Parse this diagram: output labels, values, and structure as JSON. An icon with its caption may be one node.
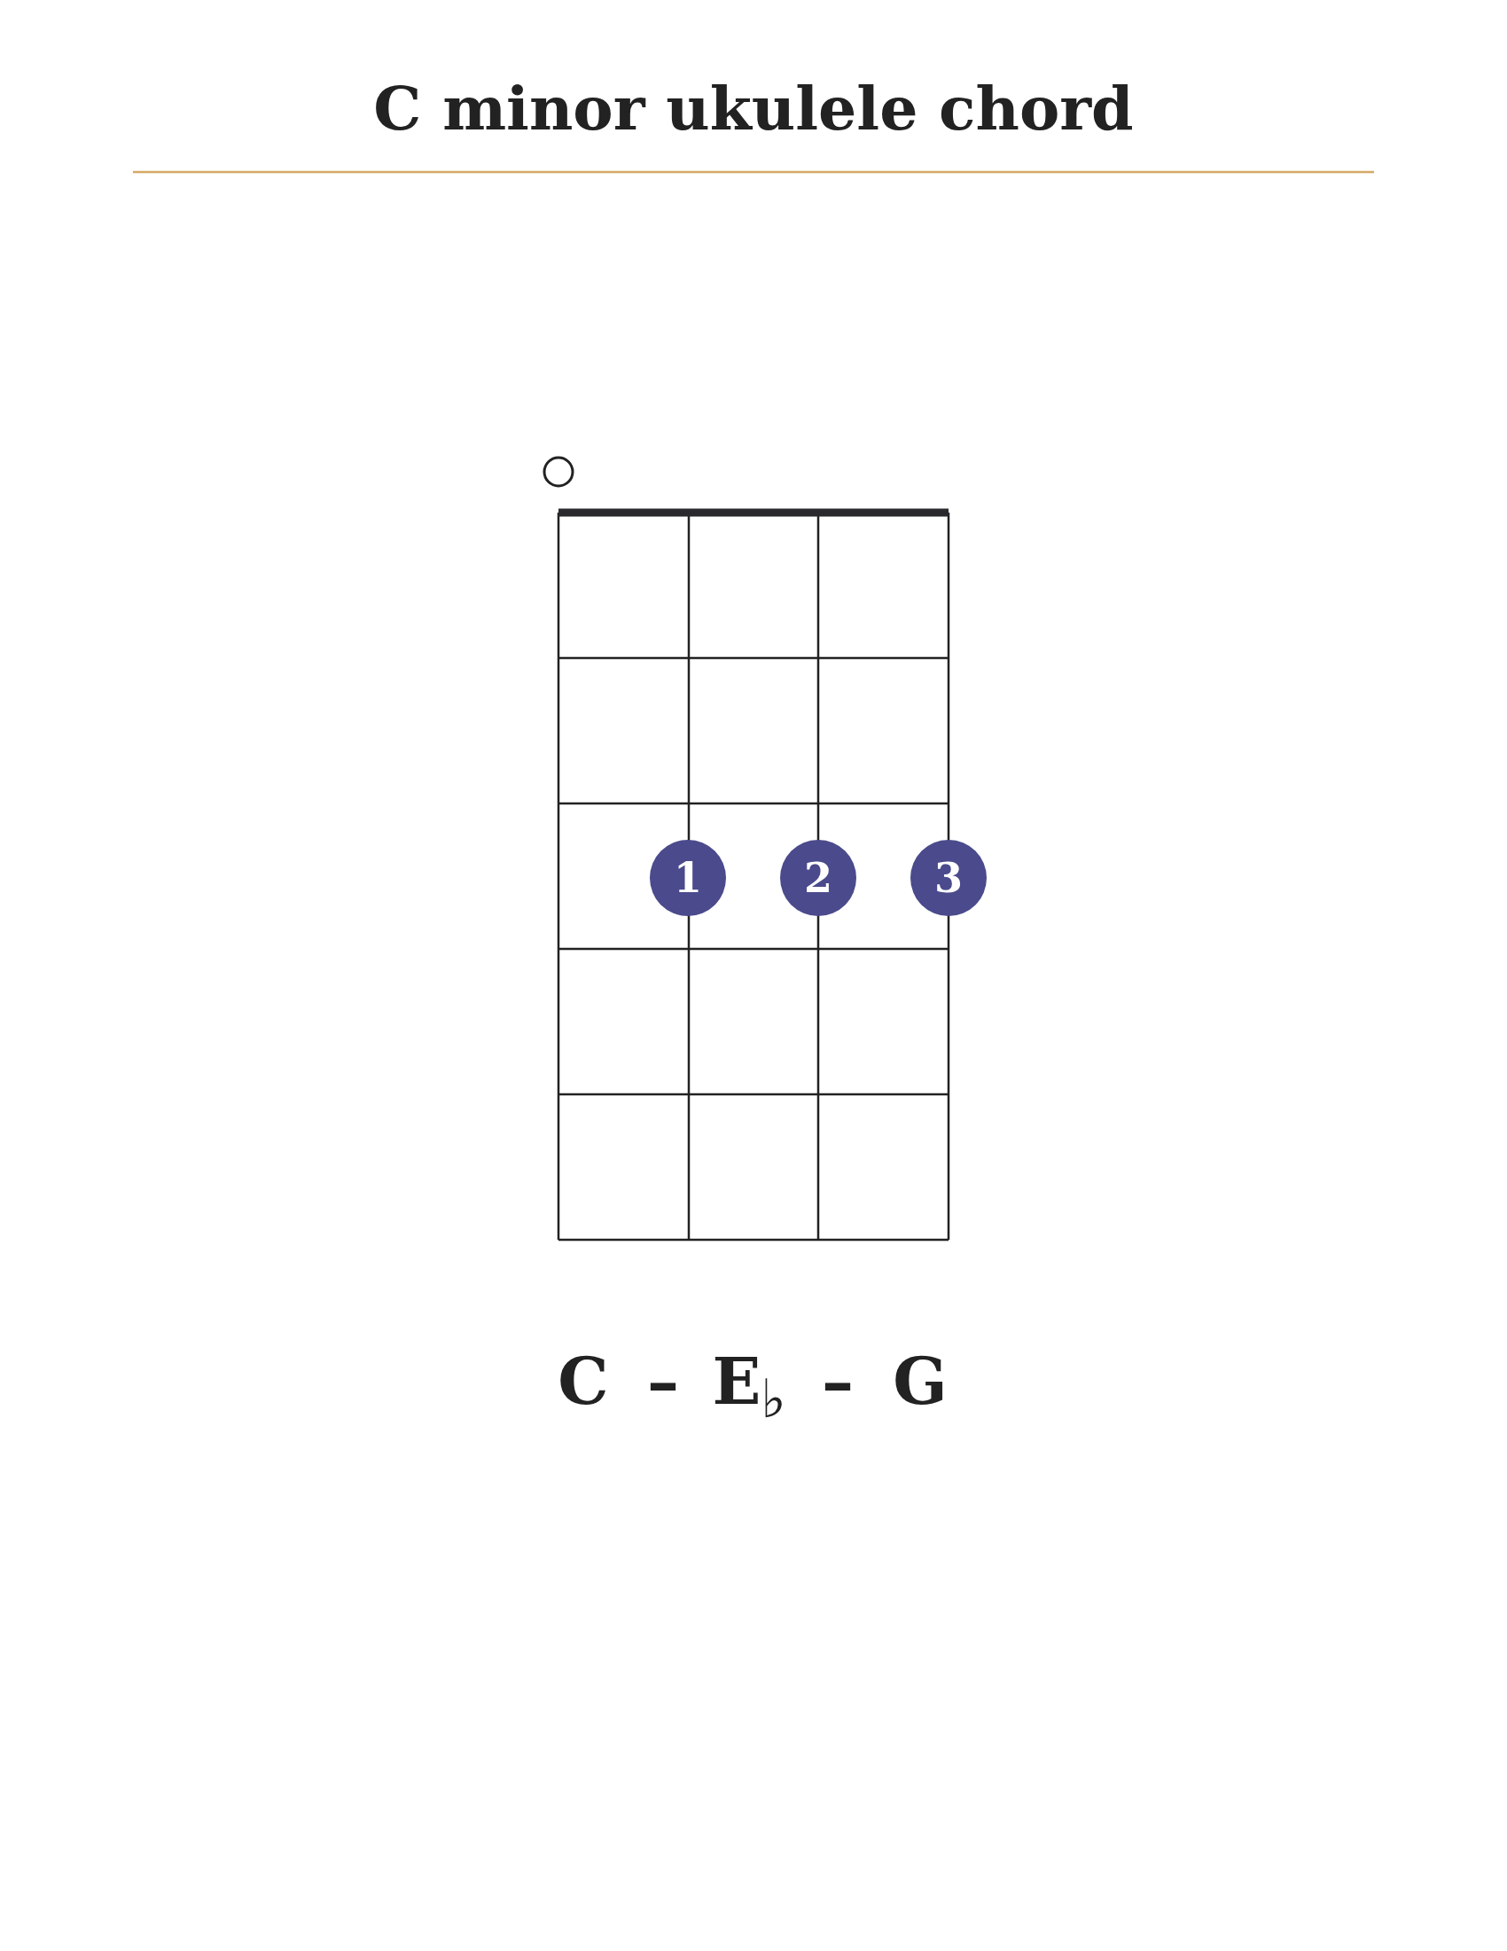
{
  "diagram": {
    "title": "C minor ukulele chord",
    "nodes": [
      {
        "text": [
          "1"
        ]
      },
      {
        "text": [
          "2"
        ]
      },
      {
        "text": [
          "3"
        ]
      }
    ],
    "labels": [
      "C",
      "–",
      "E$_{♭}$",
      "–",
      "G"
    ]
  }
}
